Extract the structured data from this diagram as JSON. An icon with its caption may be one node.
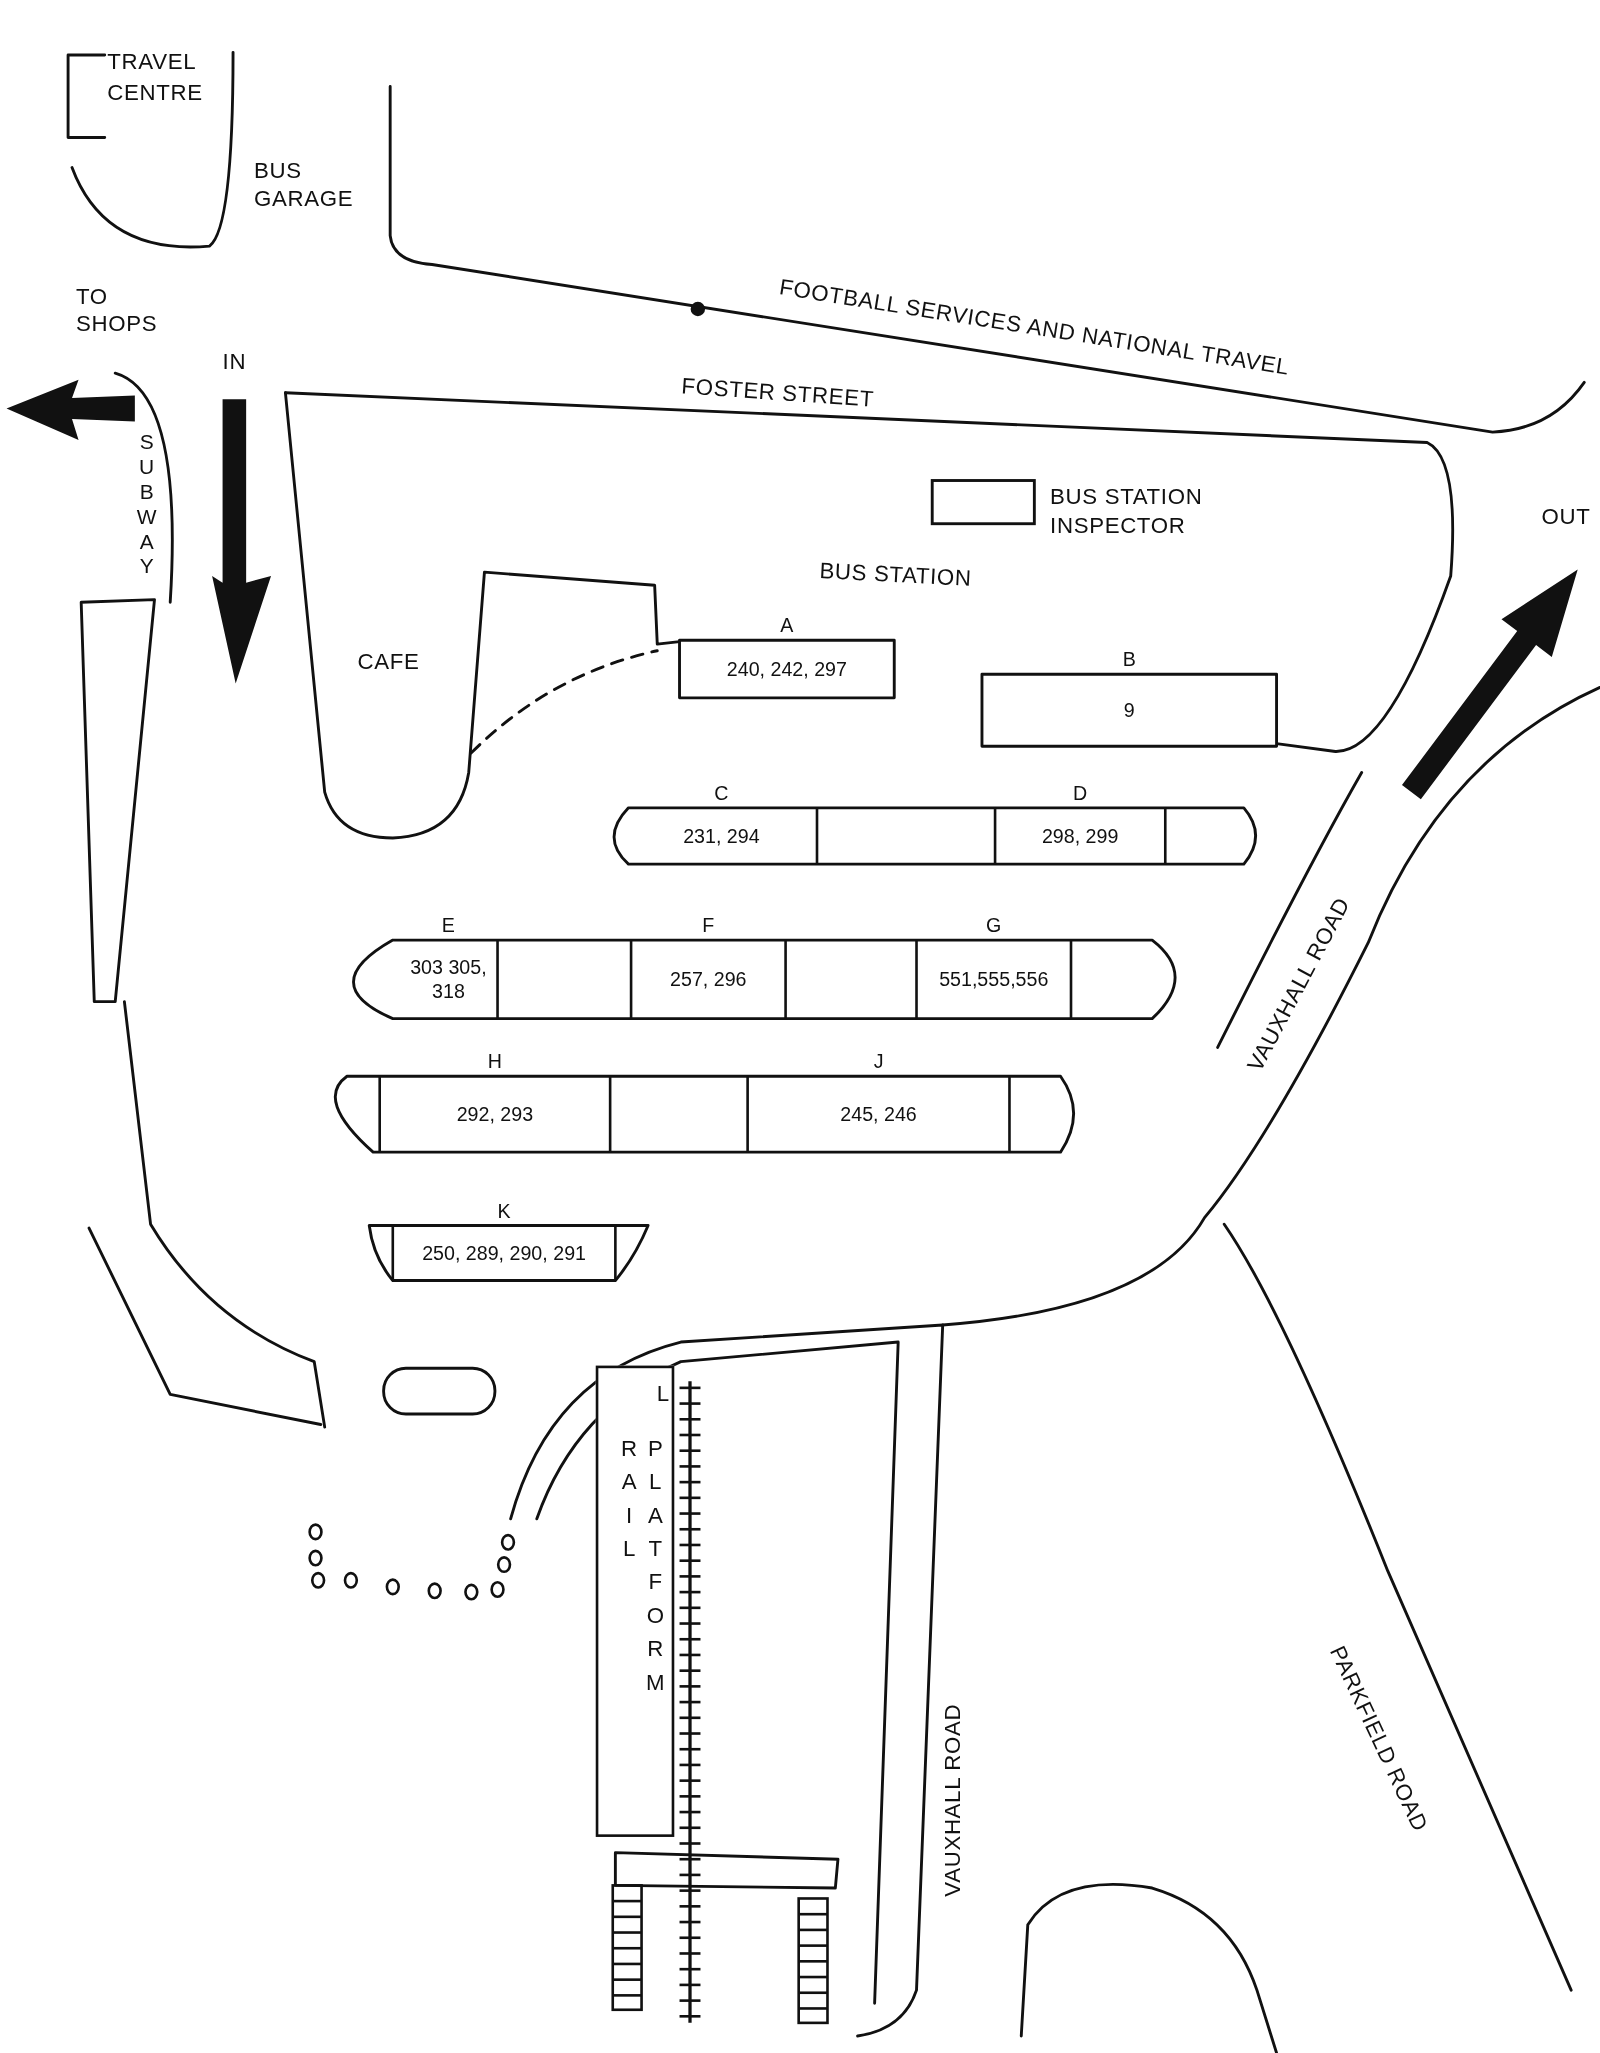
{
  "diagram": {
    "nodes": [
      {
        "text": [
          "TRAVEL CENTRE"
        ]
      },
      {
        "text": [
          "BUS STATION INSPECTOR"
        ]
      },
      {
        "text": [
          "CAFE"
        ]
      },
      {
        "text": [
          "A",
          "240, 242, 297"
        ]
      },
      {
        "text": [
          "B",
          "9"
        ]
      },
      {
        "text": [
          "C",
          "231, 294"
        ]
      },
      {
        "text": [
          "D",
          "298, 299"
        ]
      },
      {
        "text": [
          "E",
          "303 305, 318"
        ]
      },
      {
        "text": [
          "F",
          "257, 296"
        ]
      },
      {
        "text": [
          "G",
          "551,555,556"
        ]
      },
      {
        "text": [
          "H",
          "292, 293"
        ]
      },
      {
        "text": [
          "J",
          "245, 246"
        ]
      },
      {
        "text": [
          "K",
          "250, 289, 290, 291"
        ]
      },
      {
        "text": [
          "L",
          "RAIL PLATFORM"
        ]
      }
    ],
    "labels": [
      "BUS GARAGE",
      "TO SHOPS",
      "IN",
      "SUBWAY",
      "FOOTBALL SERVICES AND NATIONAL TRAVEL",
      "FOSTER STREET",
      "OUT",
      "BUS STATION",
      "VAUXHALL ROAD",
      "VAUXHALL ROAD",
      "PARKFIELD ROAD"
    ]
  }
}
